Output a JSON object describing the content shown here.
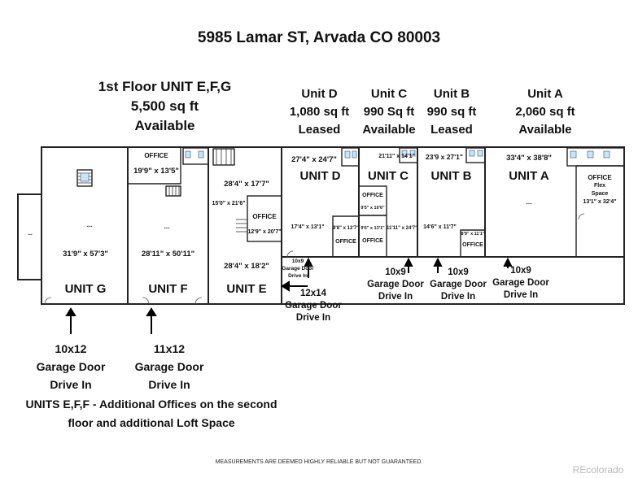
{
  "title": "5985 Lamar ST, Arvada CO 80003",
  "headers": [
    {
      "line1": "1st Floor UNIT E,F,G",
      "line2": "5,500 sq ft",
      "line3": "Available"
    },
    {
      "line1": "Unit D",
      "line2": "1,080 sq ft",
      "line3": "Leased"
    },
    {
      "line1": "Unit C",
      "line2": "990 Sq ft",
      "line3": "Available"
    },
    {
      "line1": "Unit B",
      "line2": "990 sq ft",
      "line3": "Leased"
    },
    {
      "line1": "Unit A",
      "line2": "2,060 sq ft",
      "line3": "Available"
    }
  ],
  "units": {
    "g": {
      "name": "UNIT G",
      "dim": "31'9\" x 57'3\""
    },
    "f": {
      "name": "UNIT F",
      "dim": "28'11\" x 50'11\"",
      "office": "OFFICE",
      "office_dim": "19'9\" x 13'5\""
    },
    "e": {
      "name": "UNIT E",
      "dim": "28'4\" x 18'2\"",
      "dim_top": "28'4\" x 17'7\"",
      "dim_mid": "15'0\" x 21'6\"",
      "office": "OFFICE",
      "office_dim": "12'9\" x 20'7\""
    },
    "d": {
      "name": "UNIT D",
      "dim": "27'4\" x 24'7\"",
      "dim2": "17'4\" x 13'1\"",
      "office_dim": "9'8\" x 12'7\"",
      "office": "OFFICE"
    },
    "c": {
      "name": "UNIT C",
      "dim": "21'11\" x 14'1\"",
      "dim2": "11'11\" x 24'7\"",
      "office1": "OFFICE",
      "office1_dim": "9'5\" x 10'6\"",
      "office2_dim": "9'6\" x 13'1\"",
      "office2": "OFFICE"
    },
    "b": {
      "name": "UNIT B",
      "dim": "23'9 x 27'1\"",
      "dim2": "14'6\" x 11'7\"",
      "office_dim": "8'9\" x 11'1\"",
      "office": "OFFICE"
    },
    "a": {
      "name": "UNIT A",
      "dim": "33'4\" x 38'8\"",
      "office": "OFFICE",
      "office_l2": "Flex",
      "office_l3": "Space",
      "office_dim": "13'1\" x 32'4\""
    }
  },
  "doors": {
    "g": {
      "line1": "10x12",
      "line2": "Garage Door",
      "line3": "Drive In"
    },
    "f": {
      "line1": "11x12",
      "line2": "Garage Door",
      "line3": "Drive In"
    },
    "e": {
      "line1": "12x14",
      "line2": "Garage Door",
      "line3": "Drive In"
    },
    "d_small": {
      "line1": "10x9",
      "line2": "Garage Door",
      "line3": "Drive In"
    },
    "c": {
      "line1": "10x9",
      "line2": "Garage Door",
      "line3": "Drive In"
    },
    "b": {
      "line1": "10x9",
      "line2": "Garage Door",
      "line3": "Drive In"
    },
    "a": {
      "line1": "10x9",
      "line2": "Garage Door",
      "line3": "Drive In"
    }
  },
  "note": {
    "line1": "UNITS E,F,F - Additional Offices on the second",
    "line2": "floor and additional Loft Space"
  },
  "footer": "MEASUREMENTS ARE DEEMED HIGHLY RELIABLE BUT NOT GUARANTEED.",
  "watermark": "REcolorado"
}
